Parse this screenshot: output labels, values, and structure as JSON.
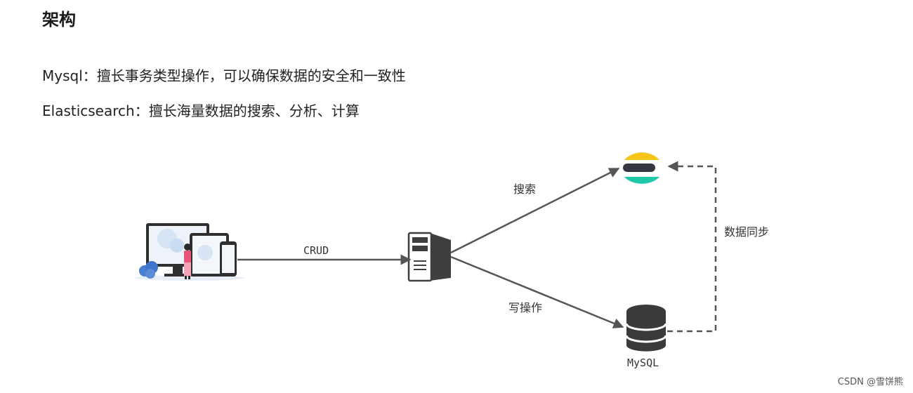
{
  "heading": "架构",
  "descriptions": [
    "Mysql：擅长事务类型操作，可以确保数据的安全和一致性",
    "Elasticsearch：擅长海量数据的搜索、分析、计算"
  ],
  "diagram": {
    "edge_labels": {
      "crud": "CRUD",
      "search": "搜索",
      "write": "写操作",
      "sync": "数据同步"
    },
    "nodes": {
      "mysql_label": "MySQL"
    },
    "colors": {
      "arrow": "#555555",
      "es_yellow": "#F5C518",
      "es_dark": "#343741",
      "es_teal": "#1FC8A8",
      "db_dark": "#3A3A3A",
      "server_dark": "#3F3F3F"
    }
  },
  "watermark": "CSDN @雪饼熊"
}
